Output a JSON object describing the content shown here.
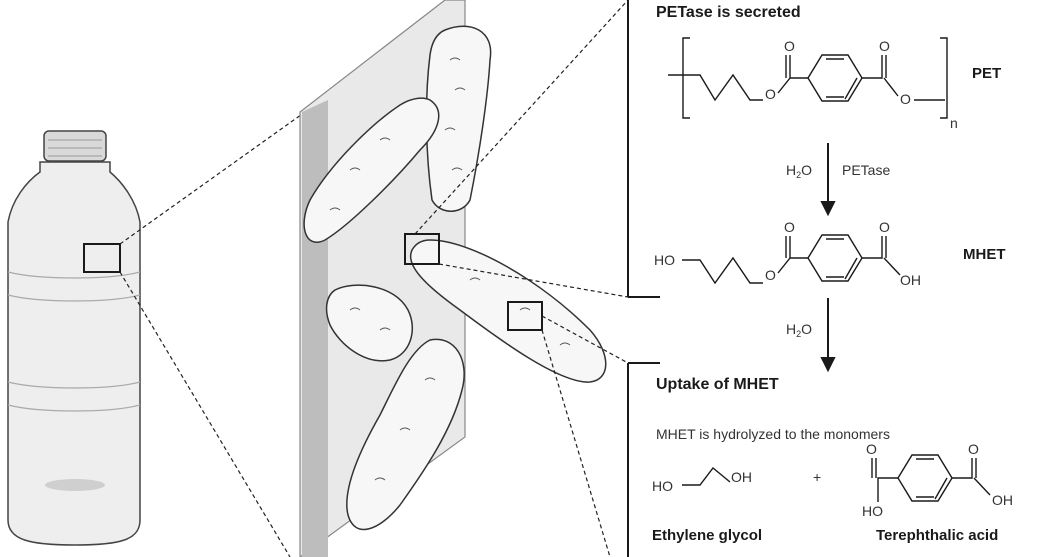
{
  "panel": {
    "heading_secreted": "PETase is secreted",
    "pet_label": "PET",
    "repeat_n": "n",
    "step1_reagent_h": "H",
    "step1_reagent_sub": "2",
    "step1_reagent_o": "O",
    "step1_enzyme": "PETase",
    "mhet_label": "MHET",
    "mhet_ho": "HO",
    "mhet_oh": "OH",
    "step2_reagent_h": "H",
    "step2_reagent_sub": "2",
    "step2_reagent_o": "O",
    "heading_uptake": "Uptake of MHET",
    "hydrolysis_note": "MHET is hydrolyzed to the monomers",
    "eg_ho": "HO",
    "eg_oh": "OH",
    "plus": "+",
    "ta_ho": "HO",
    "ta_oh": "OH",
    "ethylene_glycol": "Ethylene glycol",
    "terephthalic_acid": "Terephthalic acid",
    "oxygen": "O"
  },
  "colors": {
    "line": "#1a1a1a",
    "bottle_fill": "#eeeeee",
    "bottle_shade": "#d6d6d6",
    "surface_fill": "#eaeaea",
    "surface_edge": "#bdbdbd",
    "bacteria_fill": "#f7f7f7"
  }
}
